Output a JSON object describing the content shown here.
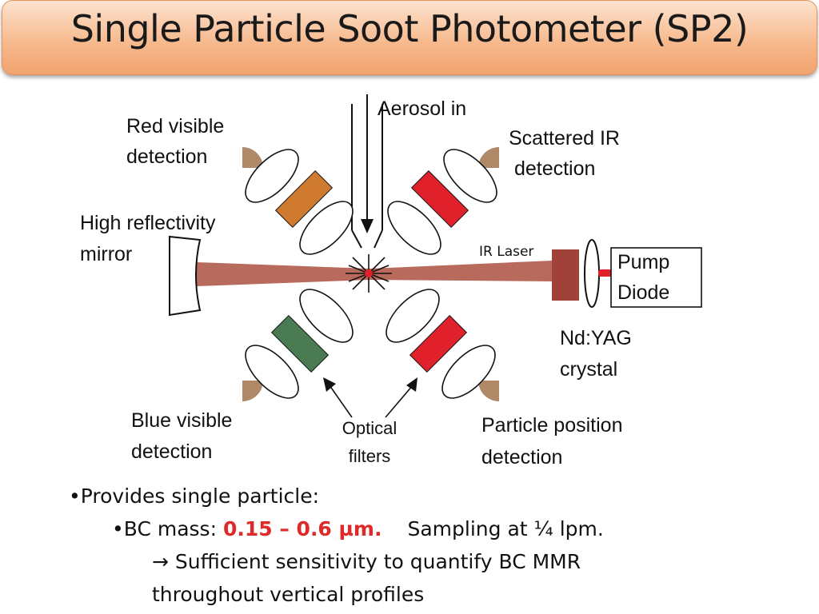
{
  "slide": {
    "title": "Single Particle Soot Photometer (SP2)"
  },
  "diagram": {
    "labels": {
      "aerosol_in": "Aerosol in",
      "red_visible_1": "Red visible",
      "red_visible_2": "detection",
      "scattered_ir_1": "Scattered IR",
      "scattered_ir_2": " detection",
      "mirror_1": "High reflectivity",
      "mirror_2": "mirror",
      "ir_laser": "IR Laser",
      "pump_1": "Pump",
      "pump_2": "Diode",
      "ndyag_1": "Nd:YAG",
      "ndyag_2": "crystal",
      "blue_visible_1": "Blue visible",
      "blue_visible_2": "detection",
      "optical_1": "Optical",
      "optical_2": "filters",
      "particle_pos_1": "Particle position",
      "particle_pos_2": "detection"
    },
    "colors": {
      "laser_beam": "#b86a5c",
      "red_filter": "#e0202a",
      "orange_filter": "#d07a30",
      "green_filter": "#4a7a52",
      "detector": "#b08a68",
      "crystal": "#a0413a",
      "pump_link": "#e0202a"
    }
  },
  "bullets": {
    "line1": "•Provides single particle:",
    "line2_prefix": "•BC mass: ",
    "line2_value": "0.15 – 0.6 µm.",
    "line2_suffix": "Sampling at ¼ lpm.",
    "line3_arrow": "→",
    "line3": " Sufficient sensitivity to quantify BC MMR",
    "line4": "throughout vertical profiles"
  }
}
